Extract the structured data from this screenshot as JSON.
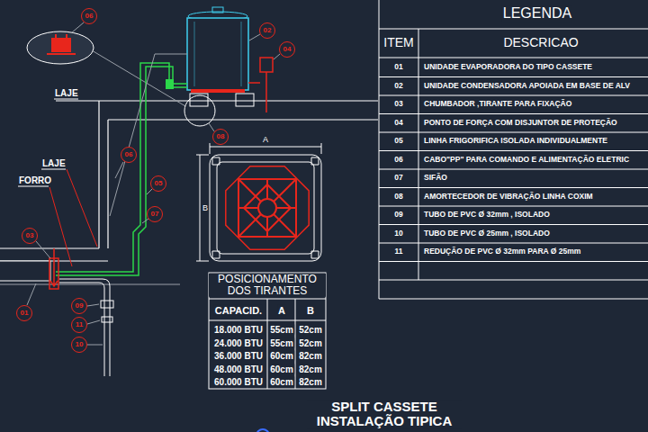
{
  "diagram": {
    "title": "SPLIT CASSETE INSTALAÇÃO TIPICA",
    "nodes": [
      {
        "text": [
          "06"
        ]
      },
      {
        "text": [
          "02"
        ]
      },
      {
        "text": [
          "04"
        ]
      },
      {
        "text": [
          "08"
        ]
      },
      {
        "text": [
          "06"
        ]
      },
      {
        "text": [
          "05"
        ]
      },
      {
        "text": [
          "07"
        ]
      },
      {
        "text": [
          "03"
        ]
      },
      {
        "text": [
          "09"
        ]
      },
      {
        "text": [
          "01"
        ]
      },
      {
        "text": [
          "11"
        ]
      },
      {
        "text": [
          "10"
        ]
      }
    ],
    "labels": [
      "LAJE",
      "LAJE",
      "FORRO",
      "A",
      "B",
      "POSICIONAMENTO DOS TIRANTES",
      "CAPACID.",
      "A",
      "B",
      "18.000 BTU",
      "55cm",
      "52cm",
      "24.000 BTU",
      "55cm",
      "52cm",
      "36.000 BTU",
      "60cm",
      "82cm",
      "48.000 BTU",
      "60cm",
      "82cm",
      "60.000 BTU",
      "60cm",
      "82cm",
      "LEGENDA",
      "ITEM",
      "DESCRICAO",
      "01",
      "UNIDADE EVAPORADORA DO TIPO CASSETE",
      "02",
      "UNIDADE CONDENSADORA APOIADA EM BASE DE ALV",
      "03",
      "CHUMBADOR ,TIRANTE PARA FIXAÇÃO",
      "04",
      "PONTO DE FORÇA COM DISJUNTOR DE PROTEÇÃO",
      "05",
      "LINHA FRIGORIFICA ISOLADA INDIVIDUALMENTE",
      "06",
      "CABO\"PP\" PARA COMANDO E ALIMENTAÇÃO ELETRIC",
      "07",
      "SIFÃO",
      "08",
      "AMORTECEDOR DE VIBRAÇÃO LINHA COXIM",
      "09",
      "TUBO DE PVC Ø 32mm , ISOLADO",
      "10",
      "TUBO DE PVC Ø 25mm , ISOLADO",
      "11",
      "REDUÇÃO DE PVC Ø 32mm PARA  Ø 25mm"
    ]
  }
}
